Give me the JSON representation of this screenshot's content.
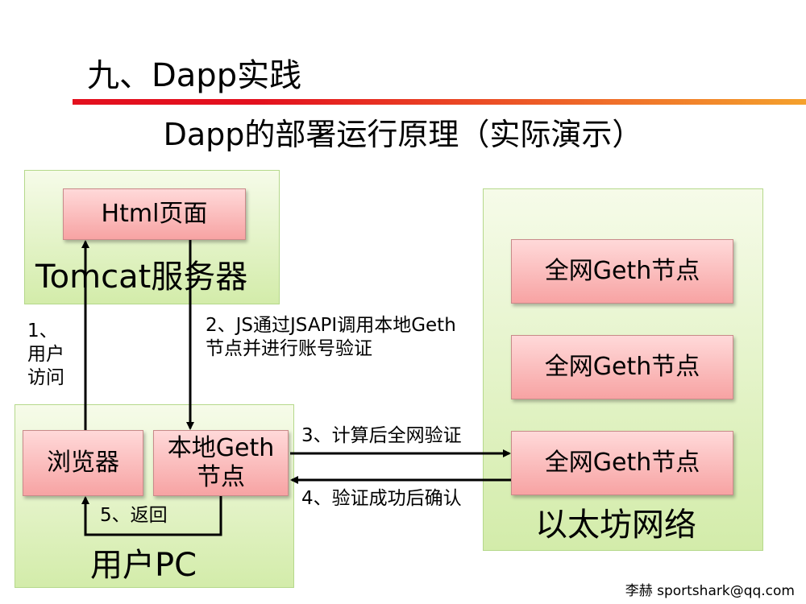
{
  "header": {
    "title": "九、Dapp实践",
    "subtitle": "Dapp的部署运行原理（实际演示）"
  },
  "panels": {
    "tomcat_label": "Tomcat服务器",
    "user_pc_label": "用户PC",
    "ethereum_label": "以太坊网络"
  },
  "nodes": {
    "html_page": "Html页面",
    "browser": "浏览器",
    "local_geth": "本地Geth节点",
    "geth_node_1": "全网Geth节点",
    "geth_node_2": "全网Geth节点",
    "geth_node_3": "全网Geth节点"
  },
  "steps": {
    "step1": "1、用户访问",
    "step2": "2、JS通过JSAPI调用本地Geth节点并进行账号验证",
    "step3": "3、计算后全网验证",
    "step4": "4、验证成功后确认",
    "step5": "5、返回"
  },
  "footer": {
    "credit": "李赫 sportshark@qq.com"
  }
}
